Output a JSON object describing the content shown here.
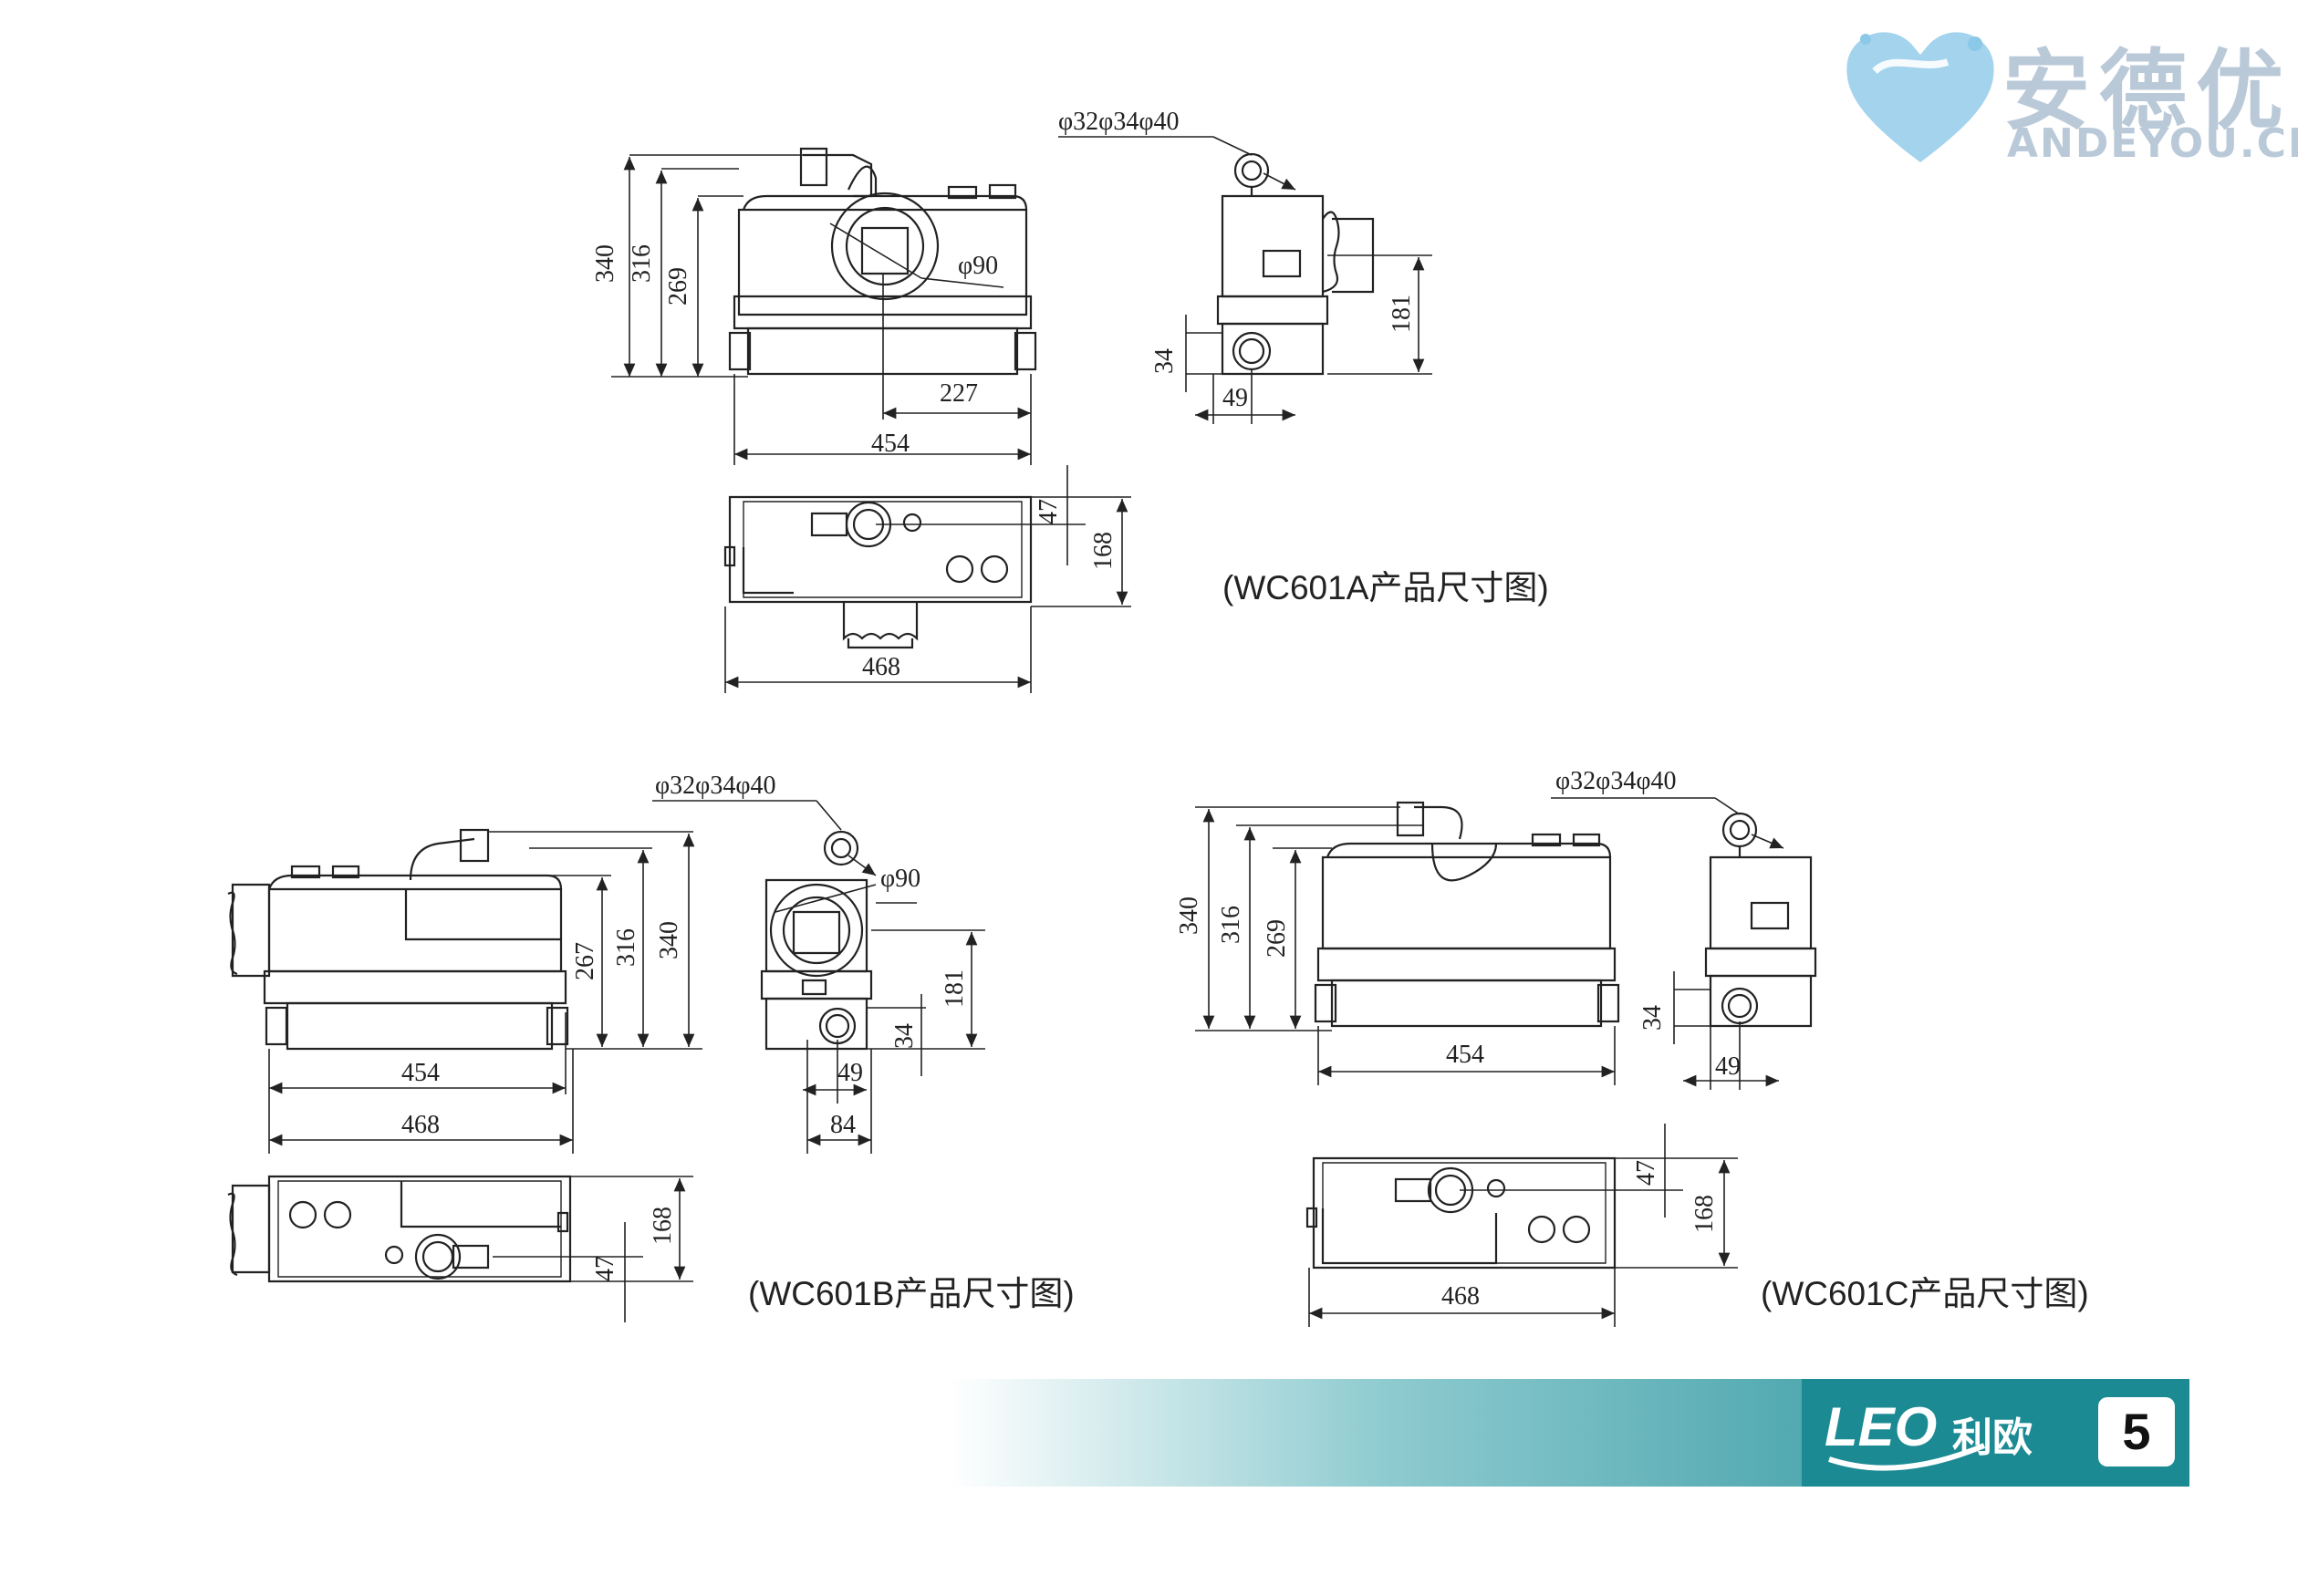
{
  "watermark": {
    "cn": "安德优",
    "en": "ANDEYOU.CN"
  },
  "captions": {
    "a": "(WC601A产品尺寸图)",
    "b": "(WC601B产品尺寸图)",
    "c": "(WC601C产品尺寸图)"
  },
  "dims": {
    "pipe": "φ32φ34φ40",
    "d90": "φ90",
    "d340": "340",
    "d316": "316",
    "d269": "269",
    "d267": "267",
    "d227": "227",
    "d454": "454",
    "d468": "468",
    "d181": "181",
    "d34": "34",
    "d49": "49",
    "d84": "84",
    "d47": "47",
    "d168": "168"
  },
  "footer": {
    "brand": "LEO",
    "brand_cn": "利欧",
    "page_number": "5"
  },
  "colors": {
    "band_start": "#ffffff",
    "band_end": "#1b8a93",
    "line": "#222222",
    "watermark": "#b9c9d8"
  }
}
